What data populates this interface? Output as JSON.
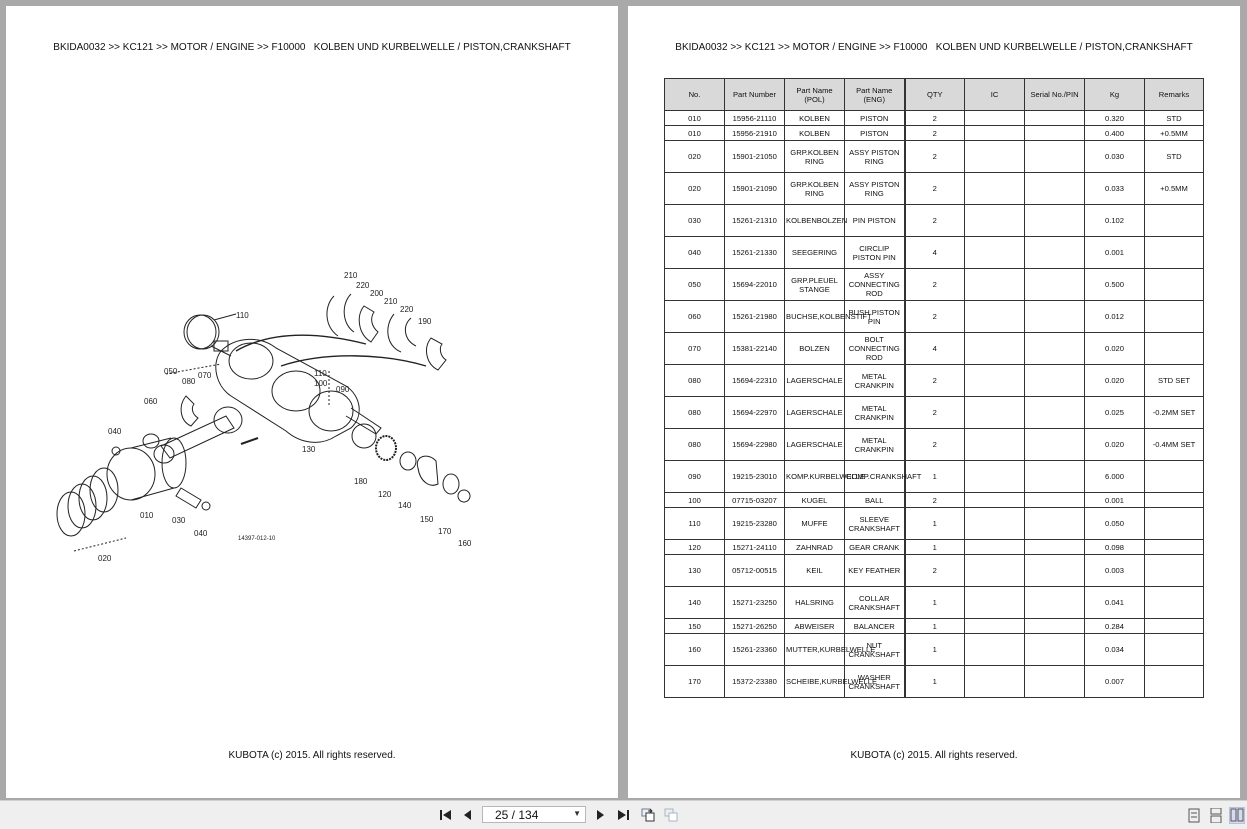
{
  "left_page": {
    "breadcrumb": "BKIDA0032 >> KC121 >> MOTOR / ENGINE >> F10000   KOLBEN UND KURBELWELLE / PISTON,CRANKSHAFT",
    "footer": "KUBOTA (c) 2015. All rights reserved.",
    "diagram": {
      "drawing_code": "14397-012-10",
      "callouts": [
        "210",
        "220",
        "200",
        "210",
        "220",
        "190",
        "110",
        "110",
        "100",
        "090",
        "050",
        "080",
        "070",
        "060",
        "040",
        "130",
        "180",
        "120",
        "140",
        "150",
        "170",
        "160",
        "010",
        "030",
        "040",
        "020"
      ]
    }
  },
  "right_page": {
    "breadcrumb": "BKIDA0032 >> KC121 >> MOTOR / ENGINE >> F10000   KOLBEN UND KURBELWELLE / PISTON,CRANKSHAFT",
    "footer": "KUBOTA (c) 2015. All rights reserved.",
    "table": {
      "headers": [
        "No.",
        "Part Number",
        "Part Name (POL)",
        "Part Name (ENG)",
        "QTY",
        "IC",
        "Serial No./PIN",
        "Kg",
        "Remarks"
      ],
      "rows": [
        {
          "no": "010",
          "part": "15956-21110",
          "pol": "KOLBEN",
          "eng": "PISTON",
          "qty": "2",
          "ic": "",
          "serial": "",
          "kg": "0.320",
          "remarks": "STD"
        },
        {
          "no": "010",
          "part": "15956-21910",
          "pol": "KOLBEN",
          "eng": "PISTON",
          "qty": "2",
          "ic": "",
          "serial": "",
          "kg": "0.400",
          "remarks": "+0.5MM"
        },
        {
          "no": "020",
          "part": "15901-21050",
          "pol": "GRP.KOLBEN RING",
          "eng": "ASSY PISTON RING",
          "qty": "2",
          "ic": "",
          "serial": "",
          "kg": "0.030",
          "remarks": "STD"
        },
        {
          "no": "020",
          "part": "15901-21090",
          "pol": "GRP.KOLBEN RING",
          "eng": "ASSY PISTON RING",
          "qty": "2",
          "ic": "",
          "serial": "",
          "kg": "0.033",
          "remarks": "+0.5MM"
        },
        {
          "no": "030",
          "part": "15261-21310",
          "pol": "KOLBENBOLZEN",
          "eng": "PIN PISTON",
          "qty": "2",
          "ic": "",
          "serial": "",
          "kg": "0.102",
          "remarks": ""
        },
        {
          "no": "040",
          "part": "15261-21330",
          "pol": "SEEGERING",
          "eng": "CIRCLIP PISTON PIN",
          "qty": "4",
          "ic": "",
          "serial": "",
          "kg": "0.001",
          "remarks": ""
        },
        {
          "no": "050",
          "part": "15694-22010",
          "pol": "GRP.PLEUEL STANGE",
          "eng": "ASSY CONNECTING ROD",
          "qty": "2",
          "ic": "",
          "serial": "",
          "kg": "0.500",
          "remarks": ""
        },
        {
          "no": "060",
          "part": "15261-21980",
          "pol": "BUCHSE,KOLBENSTIFT",
          "eng": "BUSH PISTON PIN",
          "qty": "2",
          "ic": "",
          "serial": "",
          "kg": "0.012",
          "remarks": ""
        },
        {
          "no": "070",
          "part": "15381-22140",
          "pol": "BOLZEN",
          "eng": "BOLT CONNECTING ROD",
          "qty": "4",
          "ic": "",
          "serial": "",
          "kg": "0.020",
          "remarks": ""
        },
        {
          "no": "080",
          "part": "15694-22310",
          "pol": "LAGERSCHALE",
          "eng": "METAL CRANKPIN",
          "qty": "2",
          "ic": "",
          "serial": "",
          "kg": "0.020",
          "remarks": "STD SET"
        },
        {
          "no": "080",
          "part": "15694-22970",
          "pol": "LAGERSCHALE",
          "eng": "METAL CRANKPIN",
          "qty": "2",
          "ic": "",
          "serial": "",
          "kg": "0.025",
          "remarks": "-0.2MM SET"
        },
        {
          "no": "080",
          "part": "15694-22980",
          "pol": "LAGERSCHALE",
          "eng": "METAL CRANKPIN",
          "qty": "2",
          "ic": "",
          "serial": "",
          "kg": "0.020",
          "remarks": "-0.4MM SET"
        },
        {
          "no": "090",
          "part": "19215-23010",
          "pol": "KOMP.KURBELWELLE",
          "eng": "COMP.CRANKSHAFT",
          "qty": "1",
          "ic": "",
          "serial": "",
          "kg": "6.000",
          "remarks": ""
        },
        {
          "no": "100",
          "part": "07715-03207",
          "pol": "KUGEL",
          "eng": "BALL",
          "qty": "2",
          "ic": "",
          "serial": "",
          "kg": "0.001",
          "remarks": ""
        },
        {
          "no": "110",
          "part": "19215-23280",
          "pol": "MUFFE",
          "eng": "SLEEVE CRANKSHAFT",
          "qty": "1",
          "ic": "",
          "serial": "",
          "kg": "0.050",
          "remarks": ""
        },
        {
          "no": "120",
          "part": "15271-24110",
          "pol": "ZAHNRAD",
          "eng": "GEAR CRANK",
          "qty": "1",
          "ic": "",
          "serial": "",
          "kg": "0.098",
          "remarks": ""
        },
        {
          "no": "130",
          "part": "05712-00515",
          "pol": "KEIL",
          "eng": "KEY FEATHER",
          "qty": "2",
          "ic": "",
          "serial": "",
          "kg": "0.003",
          "remarks": ""
        },
        {
          "no": "140",
          "part": "15271-23250",
          "pol": "HALSRING",
          "eng": "COLLAR CRANKSHAFT",
          "qty": "1",
          "ic": "",
          "serial": "",
          "kg": "0.041",
          "remarks": ""
        },
        {
          "no": "150",
          "part": "15271-26250",
          "pol": "ABWEISER",
          "eng": "BALANCER",
          "qty": "1",
          "ic": "",
          "serial": "",
          "kg": "0.284",
          "remarks": ""
        },
        {
          "no": "160",
          "part": "15261-23360",
          "pol": "MUTTER,KURBELWELLE",
          "eng": "NUT CRANKSHAFT",
          "qty": "1",
          "ic": "",
          "serial": "",
          "kg": "0.034",
          "remarks": ""
        },
        {
          "no": "170",
          "part": "15372-23380",
          "pol": "SCHEIBE,KURBELWELLE",
          "eng": "WASHER CRANKSHAFT",
          "qty": "1",
          "ic": "",
          "serial": "",
          "kg": "0.007",
          "remarks": ""
        }
      ]
    }
  },
  "toolbar": {
    "page_indicator": "25 / 134",
    "buttons": [
      "first-page",
      "previous-page",
      "next-page",
      "last-page",
      "previous-view",
      "next-view"
    ],
    "view_modes": [
      "single-page",
      "continuous",
      "two-page"
    ],
    "active_view": "two-page"
  }
}
